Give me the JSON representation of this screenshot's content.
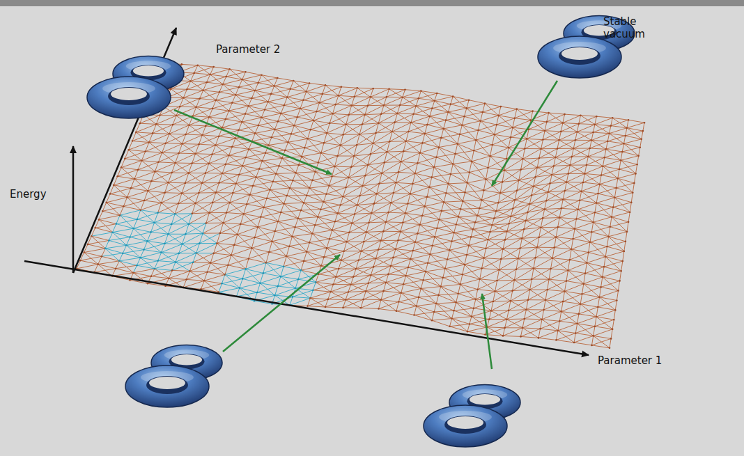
{
  "diagram": {
    "labels": [
      "Parameter 2",
      "Stable vacuum",
      "Energy",
      "Parameter 1"
    ]
  }
}
